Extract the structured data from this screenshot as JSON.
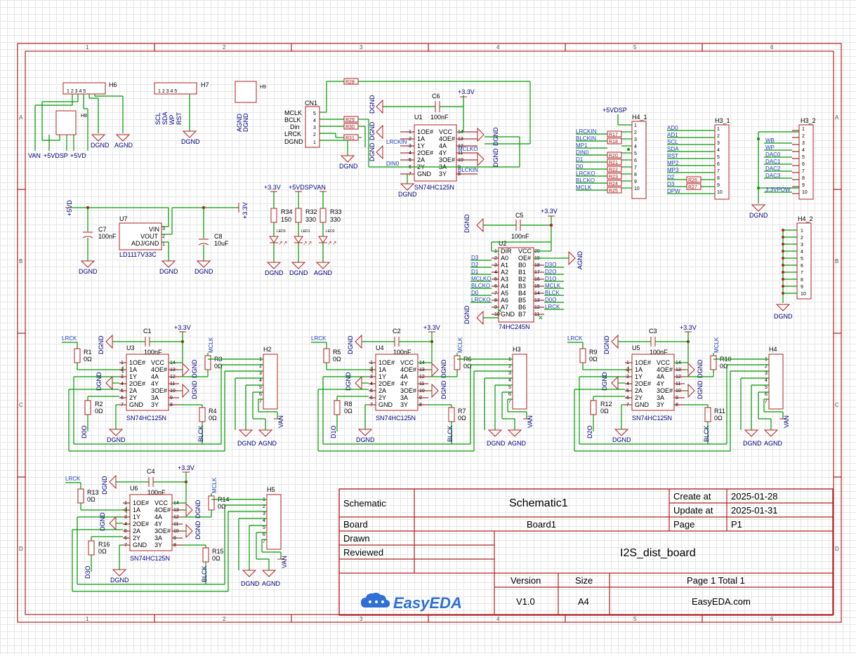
{
  "frame": {
    "col_labels": [
      "1",
      "2",
      "3",
      "4",
      "5",
      "6"
    ],
    "row_labels": [
      "A",
      "B",
      "C",
      "D"
    ]
  },
  "title_block": {
    "schematic_label": "Schematic",
    "schematic_value": "Schematic1",
    "board_label": "Board",
    "board_value": "Board1",
    "drawn_label": "Drawn",
    "reviewed_label": "Reviewed",
    "create_label": "Create at",
    "create_value": "2025-01-28",
    "update_label": "Update at",
    "update_value": "2025-01-31",
    "page_label": "Page",
    "page_value": "P1",
    "project": "I2S_dist_board",
    "version_label": "Version",
    "version_value": "V1.0",
    "size_label": "Size",
    "size_value": "A4",
    "page_total": "Page  1  Total  1",
    "website": "EasyEDA.com",
    "logo_text": "EasyEDA",
    "logo_color": "#2f6fd6"
  },
  "colors": {
    "frame": "#b22222",
    "wire": "#009a00",
    "netlabel": "#1f3fbf",
    "grid": "#e6e6e6"
  },
  "headers": {
    "h6": "H6",
    "h7": "H7",
    "h8": "H8",
    "h9": "H9",
    "h7_pins": [
      "SCL",
      "SDA",
      "WP",
      "RST"
    ],
    "h6_nets": [
      "DGND",
      "AGND"
    ],
    "h9_nets": [
      "AGND",
      "DGND"
    ],
    "h8_nets": [
      "VAN",
      "+5VDSP",
      "+5VD"
    ]
  },
  "cn1": {
    "ref": "CN1",
    "pins": [
      "MCLK",
      "BCLK",
      "Din",
      "LRCK",
      "DGND"
    ],
    "resistors": [
      "R28",
      "R29",
      "R30",
      "R31"
    ]
  },
  "u1": {
    "ref": "U1",
    "part": "SN74HC125N",
    "cap": "C6",
    "cap_val": "100nF",
    "power": "+3.3V",
    "left_pins": [
      "1OE#",
      "1A",
      "1Y",
      "2OE#",
      "2A",
      "2Y",
      "GND"
    ],
    "right_pins": [
      "VCC",
      "4OE#",
      "4A",
      "4Y",
      "3OE#",
      "3A",
      "3Y"
    ],
    "left_nums": [
      "1",
      "2",
      "3",
      "4",
      "5",
      "6",
      "7"
    ],
    "right_nums": [
      "14",
      "13",
      "12",
      "11",
      "10",
      "9",
      "8"
    ],
    "nets": [
      "LRCKIN",
      "DIN0",
      "MCLKO",
      "BLCKIN",
      "DGND"
    ]
  },
  "h4_1": {
    "ref": "H4_1",
    "power": "+5VDSP",
    "nets": [
      "LRCKIN",
      "BLCKIN",
      "MP1",
      "DIN0",
      "D1",
      "D0",
      "LRCKO",
      "BLCKO",
      "MCLK"
    ],
    "resistors": [
      "R17",
      "R18",
      "R20",
      "R21",
      "R22",
      "R23",
      "R24",
      "R25"
    ]
  },
  "h3_1": {
    "ref": "H3_1",
    "nets": [
      "AD0",
      "AD1",
      "SCL",
      "SDA",
      "RST",
      "MP2",
      "MP3",
      "D2",
      "D3",
      "DPW"
    ],
    "resistors": [
      "R26",
      "R27"
    ]
  },
  "h3_2": {
    "ref": "H3_2",
    "nets": [
      "WB",
      "WP",
      "DAC0",
      "DAC1",
      "DAC2",
      "DAC3",
      "3.3VPOW"
    ],
    "gnd": "DGND"
  },
  "h4_2": {
    "ref": "H4_2",
    "gnd": "DGND"
  },
  "u7": {
    "ref": "U7",
    "part": "LD1117V33C",
    "pins": [
      "VIN",
      "VOUT",
      "ADJ/GND"
    ],
    "in_net": "+5VD",
    "out_net": "+3.3V",
    "c7": "C7",
    "c7_val": "100nF",
    "c8": "C8",
    "c8_val": "10uF"
  },
  "leds": [
    {
      "power": "+3.3V",
      "res": "R34",
      "val": "150",
      "led": "LED3",
      "gnd": "DGND"
    },
    {
      "power": "+5VDSP",
      "res": "R32",
      "val": "330",
      "led": "LED1",
      "gnd": "DGND"
    },
    {
      "power": "VAN",
      "res": "R33",
      "val": "330",
      "led": "LED2",
      "gnd": "AGND"
    }
  ],
  "u2": {
    "ref": "U2",
    "part": "74HC245N",
    "cap": "C5",
    "cap_val": "100nF",
    "power": "+3.3V",
    "left_pins": [
      "DIR",
      "A0",
      "A1",
      "A2",
      "A3",
      "A4",
      "A5",
      "A6",
      "A7",
      "GND"
    ],
    "right_pins": [
      "VCC",
      "OE#",
      "B0",
      "B1",
      "B2",
      "B3",
      "B4",
      "B5",
      "B6",
      "B7"
    ],
    "left_nums": [
      "1",
      "2",
      "3",
      "4",
      "5",
      "6",
      "7",
      "8",
      "9",
      "10"
    ],
    "right_nums": [
      "20",
      "19",
      "18",
      "17",
      "16",
      "15",
      "14",
      "13",
      "12",
      "11"
    ],
    "left_nets": [
      "D3",
      "D2",
      "D1",
      "MCLKO",
      "BLCKO",
      "D0",
      "LRCKO"
    ],
    "right_nets": [
      "D3O",
      "D2O",
      "D1O",
      "MCLK",
      "BLCK",
      "D0O",
      "LRCK"
    ],
    "gnd_left": "DGND",
    "gnd_right": "AGND"
  },
  "channels": [
    {
      "u": "U3",
      "cap": "C1",
      "h": "H2",
      "r_top": "R1",
      "r_bot": "R2",
      "r_out": "R3",
      "r_bclk": "R4",
      "din": "D0O"
    },
    {
      "u": "U4",
      "cap": "C2",
      "h": "H3",
      "r_top": "R5",
      "r_bot": "R8",
      "r_out": "R6",
      "r_bclk": "R7",
      "din": "D1O"
    },
    {
      "u": "U5",
      "cap": "C3",
      "h": "H4",
      "r_top": "R9",
      "r_bot": "R12",
      "r_out": "R10",
      "r_bclk": "R11",
      "din": "D2O"
    },
    {
      "u": "U6",
      "cap": "C4",
      "h": "H5",
      "r_top": "R13",
      "r_bot": "R16",
      "r_out": "R14",
      "r_bclk": "R15",
      "din": "D3O"
    }
  ],
  "channel_common": {
    "part": "SN74HC125N",
    "cap_val": "100nF",
    "power": "+3.3V",
    "res_val": "0Ω",
    "lrck": "LRCK",
    "mclk": "MCLK",
    "blck": "BLCK",
    "dgnd": "DGND",
    "agnd": "AGND",
    "van": "VAN",
    "left_pins": [
      "1OE#",
      "1A",
      "1Y",
      "2OE#",
      "2A",
      "2Y",
      "GND"
    ],
    "right_pins": [
      "VCC",
      "4OE#",
      "4A",
      "4Y",
      "3OE#",
      "3A",
      "3Y"
    ],
    "left_nums": [
      "1",
      "2",
      "3",
      "4",
      "5",
      "6",
      "7"
    ],
    "right_nums": [
      "14",
      "13",
      "12",
      "11",
      "10",
      "9",
      "8"
    ]
  }
}
